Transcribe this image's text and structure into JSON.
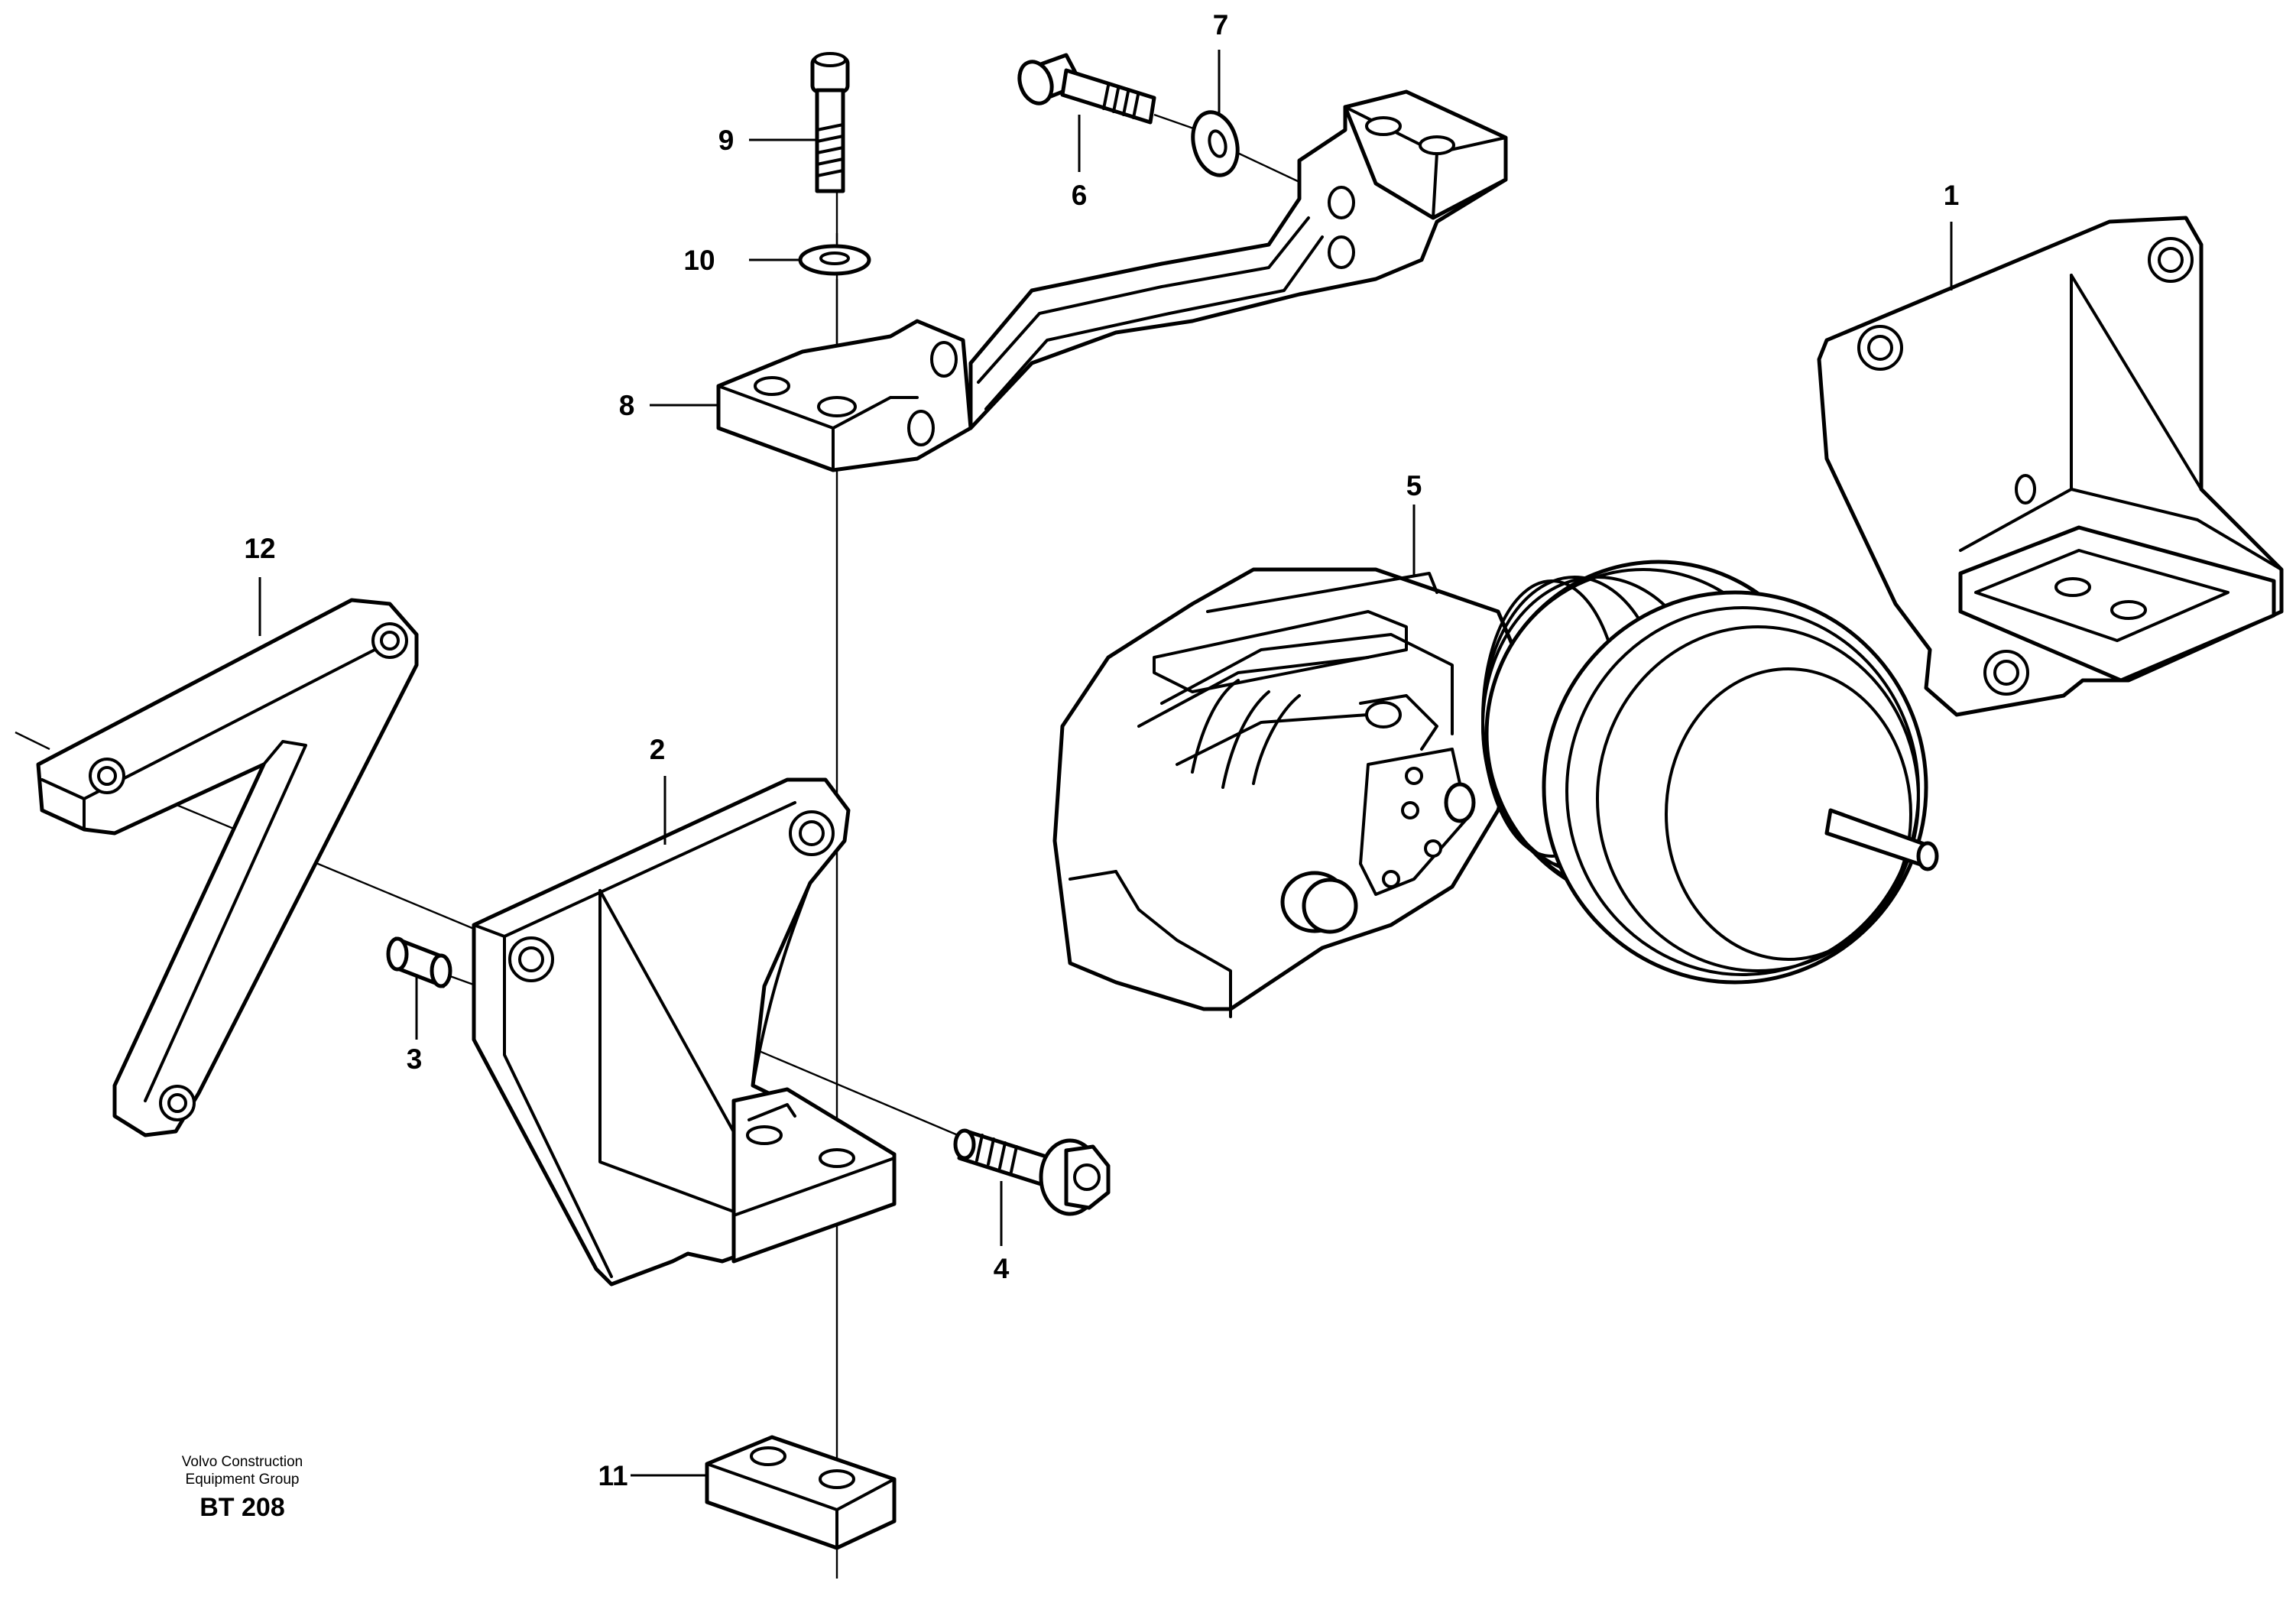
{
  "callouts": {
    "c1": "1",
    "c2": "2",
    "c3": "3",
    "c4": "4",
    "c5": "5",
    "c6": "6",
    "c7": "7",
    "c8": "8",
    "c9": "9",
    "c10": "10",
    "c11": "11",
    "c12": "12"
  },
  "footer": {
    "line1": "Volvo Construction",
    "line2": "Equipment Group",
    "code": "BT 208"
  }
}
